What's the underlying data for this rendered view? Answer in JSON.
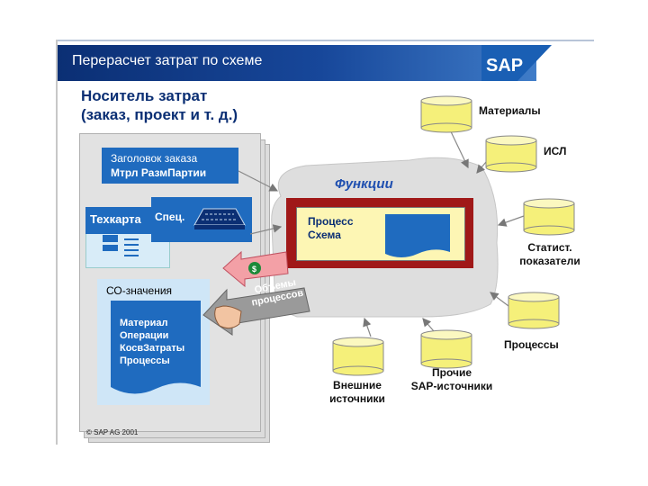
{
  "title": "Перерасчет затрат по схеме",
  "brand_logo": "SAP",
  "cost_carrier": {
    "heading_line1": "Носитель затрат",
    "heading_line2": "(заказ, проект и т. д.)",
    "order_header_line1": "Заголовок заказа",
    "order_header_line2": "Мтрл РазмПартии",
    "spec": "Спец.",
    "routing": "Техкарта",
    "co_values": "СО-значения",
    "co_items": [
      "Материал",
      "Операции",
      "КосвЗатраты",
      "Процессы"
    ]
  },
  "functions": {
    "label": "Функции",
    "process_line1": "Процесс",
    "process_line2": "Схема"
  },
  "process_volumes_line1": "Объемы",
  "process_volumes_line2": "процессов",
  "sources": {
    "materials": "Материалы",
    "isl": "ИСЛ",
    "stat_line1": "Статист.",
    "stat_line2": "показатели",
    "processes": "Процессы",
    "external_line1": "Внешние",
    "external_line2": "источники",
    "other_line1": "Прочие",
    "other_line2": "SAP-источники"
  },
  "copyright": "© SAP AG 2001",
  "colors": {
    "title_bar": "#0b2f74",
    "cylinder": "#f5f07a",
    "frame_red": "#a01818",
    "process_yellow": "#fdf6b4",
    "blue_box": "#1f6bbf"
  }
}
